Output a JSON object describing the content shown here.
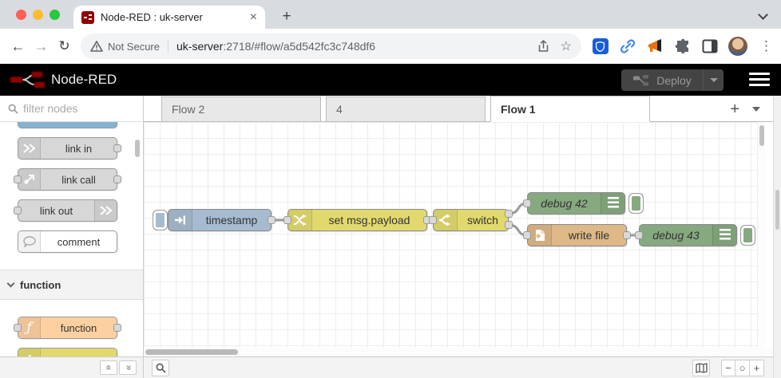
{
  "browser": {
    "tab_title": "Node-RED : uk-server",
    "not_secure": "Not Secure",
    "url_host": "uk-server",
    "url_rest": ":2718/#flow/a5d542fc3c748df6"
  },
  "glyphs": {
    "close": "×",
    "new_tab": "+",
    "back": "←",
    "forward": "→",
    "reload": "↻",
    "star": "☆",
    "menu_dots": "⋮",
    "zoom_out": "−",
    "zoom_reset": "○",
    "zoom_in": "+",
    "scroll_jump": "«",
    "function_icon": "ƒ"
  },
  "nr_header": {
    "title": "Node-RED",
    "deploy_label": "Deploy"
  },
  "palette": {
    "filter_placeholder": "filter nodes",
    "items": [
      {
        "label": "link in"
      },
      {
        "label": "link call"
      },
      {
        "label": "link out"
      },
      {
        "label": "comment"
      }
    ],
    "category_label": "function",
    "function_label": "function"
  },
  "flow_tabs": [
    {
      "label": "Flow 2"
    },
    {
      "label": "4"
    },
    {
      "label": "Flow 1"
    }
  ],
  "flow": {
    "inject_label": "timestamp",
    "change_label": "set msg.payload",
    "switch_label": "switch",
    "debug1_label": "debug 42",
    "file_label": "write file",
    "debug2_label": "debug 43"
  },
  "colors": {
    "inject": "#a6bbcf",
    "change": "#e2d96e",
    "switch": "#e2d96e",
    "debug": "#87a980",
    "file": "#deb887",
    "function": "#fdd0a2",
    "link": "#d7d7d7",
    "comment": "#ffffff",
    "clipped_top": "#85b3d1",
    "header_bg": "#000000",
    "wire": "#999999",
    "port": "#d9d9d9"
  }
}
